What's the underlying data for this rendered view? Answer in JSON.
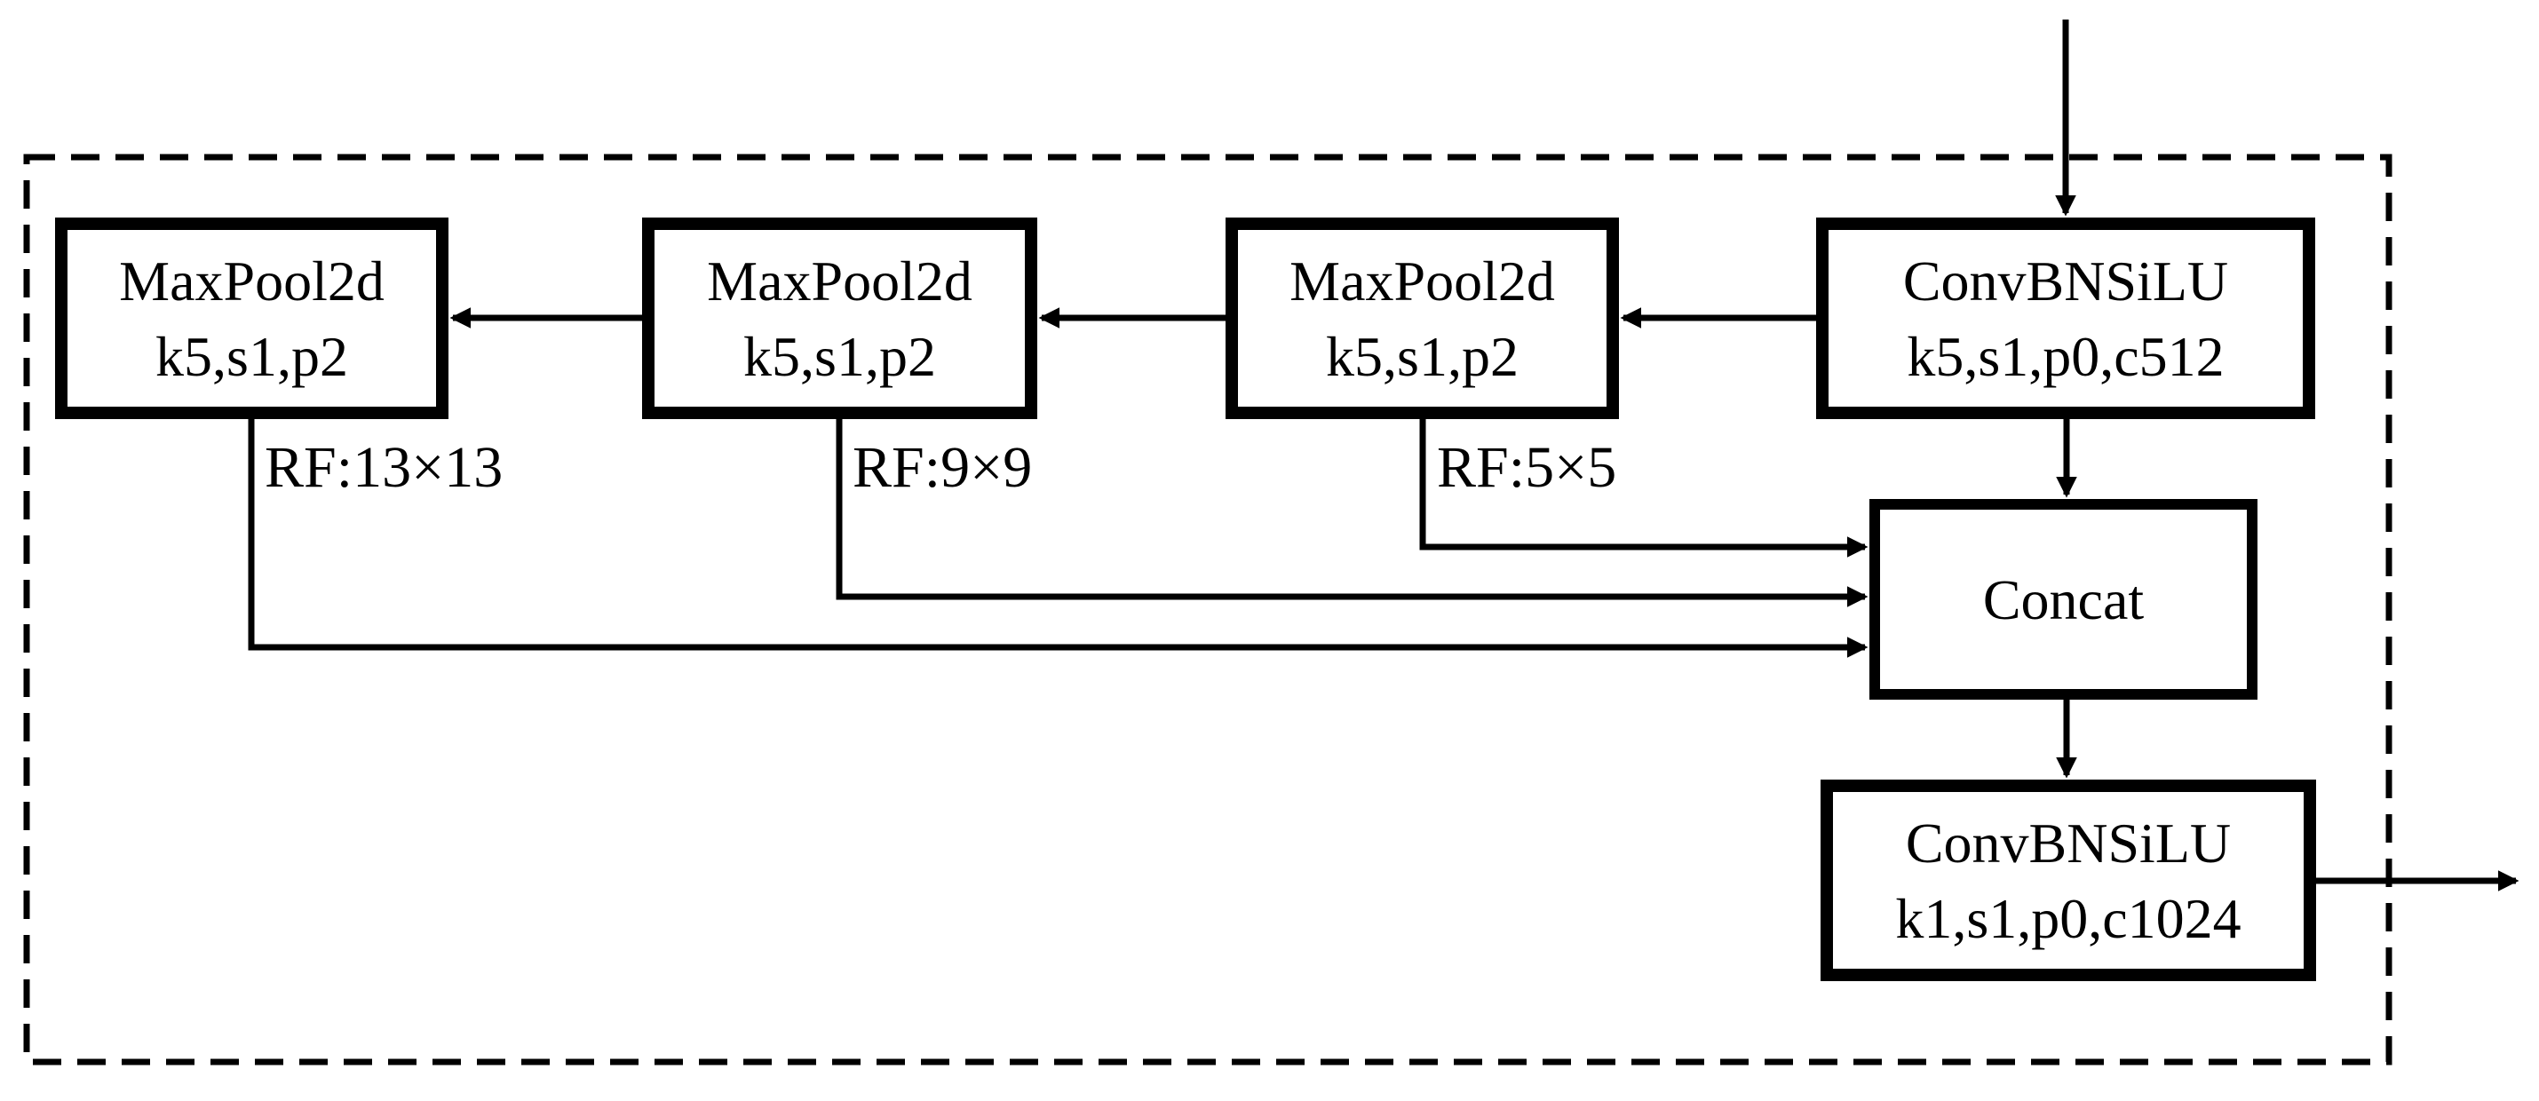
{
  "module": {
    "colors": {
      "foreground": "#000000",
      "background": "#ffffff"
    },
    "boxes": {
      "maxpool_a": {
        "line1": "MaxPool2d",
        "line2": "k5,s1,p2"
      },
      "maxpool_b": {
        "line1": "MaxPool2d",
        "line2": "k5,s1,p2"
      },
      "maxpool_c": {
        "line1": "MaxPool2d",
        "line2": "k5,s1,p2"
      },
      "conv_in": {
        "line1": "ConvBNSiLU",
        "line2": "k5,s1,p0,c512"
      },
      "concat": {
        "label": "Concat"
      },
      "conv_out": {
        "line1": "ConvBNSiLU",
        "line2": "k1,s1,p0,c1024"
      }
    },
    "rf_labels": {
      "pool_a": "RF:13×13",
      "pool_b": "RF:9×9",
      "pool_c": "RF:5×5"
    }
  }
}
